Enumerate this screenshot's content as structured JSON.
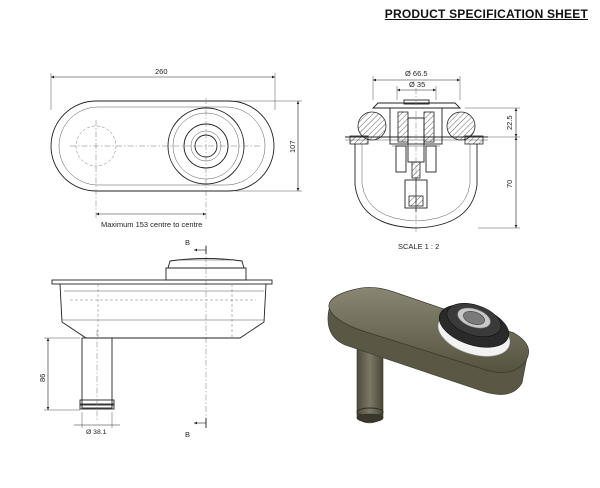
{
  "header": {
    "title": "PRODUCT SPECIFICATION SHEET"
  },
  "top_view": {
    "dim_length": "260",
    "dim_height": "107",
    "dim_centres": "Maximum 153 centre to centre"
  },
  "section_view": {
    "dim_outer_dia": "Ø 66.5",
    "dim_inner_dia": "Ø 35",
    "dim_flange": "22.5",
    "dim_depth": "70",
    "scale": "SCALE 1 : 2"
  },
  "side_view": {
    "section_label_top": "B",
    "section_label_bottom": "B",
    "dim_outlet_length": "86",
    "dim_outlet_dia": "Ø 38.1"
  },
  "render": {
    "body_color": "#6e6a5c",
    "seal_color": "#f2f2f2",
    "cap_color": "#2a2a2a"
  }
}
